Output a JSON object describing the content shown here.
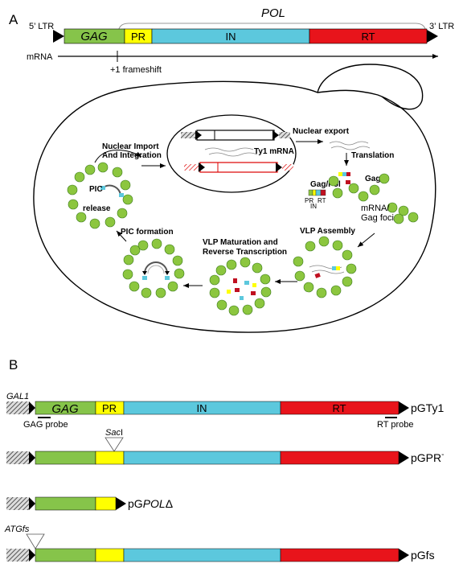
{
  "panel_a": {
    "label": "A",
    "ltr5": "5’ LTR",
    "ltr3": "3’ LTR",
    "pol": "POL",
    "segments": {
      "gag": "GAG",
      "pr": "PR",
      "in": "IN",
      "rt": "RT"
    },
    "mrna": "mRNA",
    "frameshift": "+1 frameshift",
    "cell": {
      "ty1_mrna": "Ty1 mRNA",
      "nuclear_export": "Nuclear export",
      "nuclear_import": [
        "Nuclear Import",
        "And Integration"
      ],
      "translation": "Translation",
      "gag_pol": "Gag/Pol",
      "gag": "Gag",
      "pr": "PR",
      "rt": "RT",
      "in": "IN",
      "mrna_foci": [
        "mRNA/",
        "Gag foci"
      ],
      "pic_release": [
        "PIC",
        "release"
      ],
      "vlp_assembly": "VLP Assembly",
      "vlp_maturation": [
        "VLP Maturation and",
        "Reverse Transcription"
      ],
      "pic_formation": "PIC formation"
    }
  },
  "panel_b": {
    "label": "B",
    "gal1": "GAL1",
    "gag": "GAG",
    "pr": "PR",
    "in": "IN",
    "rt": "RT",
    "gag_probe": "GAG probe",
    "rt_probe": "RT probe",
    "saci_italic": "Sac",
    "saci_roman": "I",
    "atgfs": "ATGfs",
    "constructs": [
      {
        "p": "pGTy1",
        "sup": ""
      },
      {
        "p": "pGPR",
        "sup": "-"
      },
      {
        "p": "pG",
        "i": "POL",
        "delta": "Δ"
      },
      {
        "p": "pGfs"
      }
    ]
  },
  "colors": {
    "gag": "#86c44a",
    "pr": "#ffff00",
    "in": "#5cc8dd",
    "rt": "#e8141b",
    "black": "#000000"
  }
}
